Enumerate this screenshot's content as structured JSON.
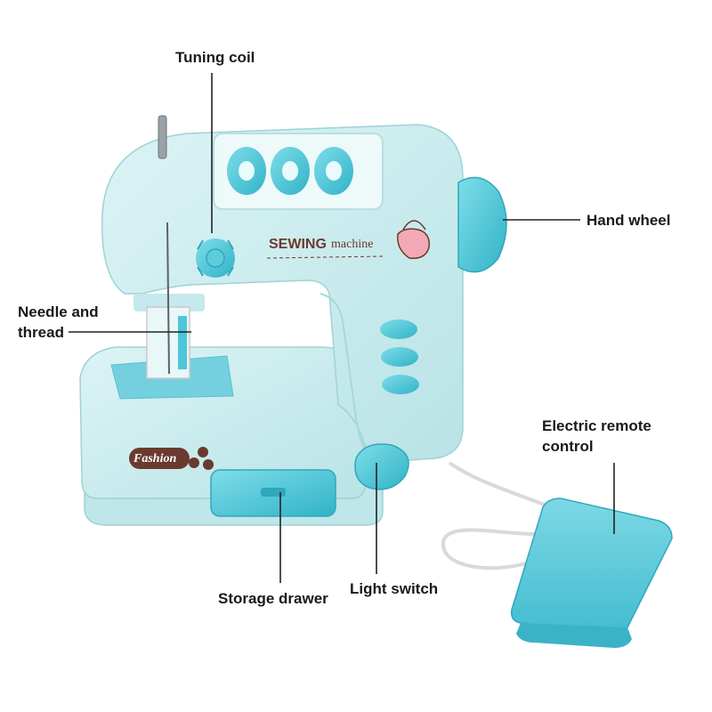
{
  "labels": {
    "tuning_coil": "Tuning coil",
    "hand_wheel": "Hand wheel",
    "needle_and_thread": [
      "Needle and",
      "thread"
    ],
    "electric_remote_control": [
      "Electric remote",
      "control"
    ],
    "storage_drawer": "Storage drawer",
    "light_switch": "Light switch"
  },
  "machine": {
    "brand_word": "SEWING",
    "brand_suffix": "machine",
    "fashion_badge": "Fashion"
  },
  "colors": {
    "body": "#cdeef0",
    "accent": "#4cc6d8",
    "brand_text": "#6b3a2e",
    "leader_line": "#222222"
  }
}
